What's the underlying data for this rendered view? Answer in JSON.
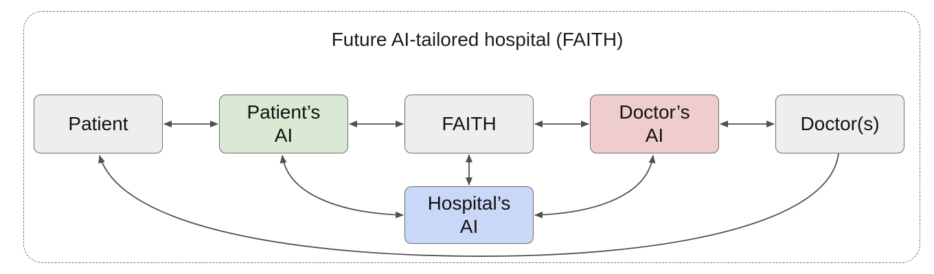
{
  "title": "Future AI-tailored hospital (FAITH)",
  "nodes": {
    "patient": "Patient",
    "patient_ai": "Patient’s\nAI",
    "faith": "FAITH",
    "doctor_ai": "Doctor’s\nAI",
    "doctors": "Doctor(s)",
    "hospital_ai": "Hospital’s\nAI"
  },
  "colors": {
    "gray": "#eeeeee",
    "green": "#d9e9d3",
    "red": "#efcdcc",
    "blue": "#c9d8f6",
    "arrow": "#505050"
  }
}
